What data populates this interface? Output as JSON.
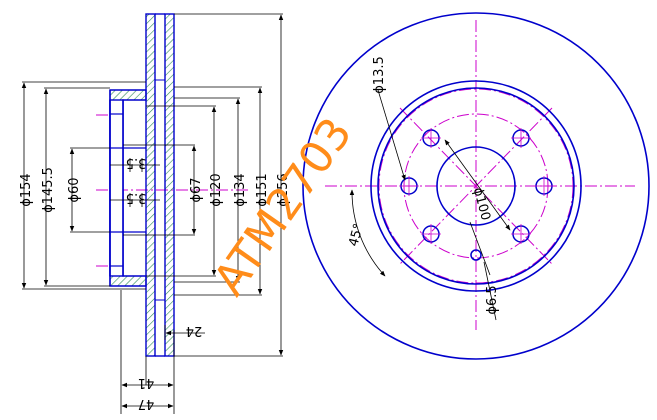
{
  "watermark": "ATM2703",
  "section_view": {
    "dimensions": {
      "d154": "ϕ154",
      "d145_5": "ϕ145.5",
      "d60": "ϕ60",
      "d67": "ϕ67",
      "d120": "ϕ120",
      "d134": "ϕ134",
      "d151": "ϕ151",
      "d256": "ϕ256",
      "t35_top": "3.5",
      "t35_bottom": "3.5",
      "t24": "24",
      "t41": "41",
      "t47": "47"
    }
  },
  "front_view": {
    "dimensions": {
      "hole_d13_5": "ϕ13.5",
      "pcd_d100": "ϕ100",
      "angle_45": "45°",
      "hole_d6_5": "ϕ6.5"
    }
  },
  "colors": {
    "outline": "#0000cc",
    "centerline": "#cc00cc",
    "hatch": "#2e8b57",
    "dimension": "#000000",
    "watermark": "#ff8c1a"
  }
}
